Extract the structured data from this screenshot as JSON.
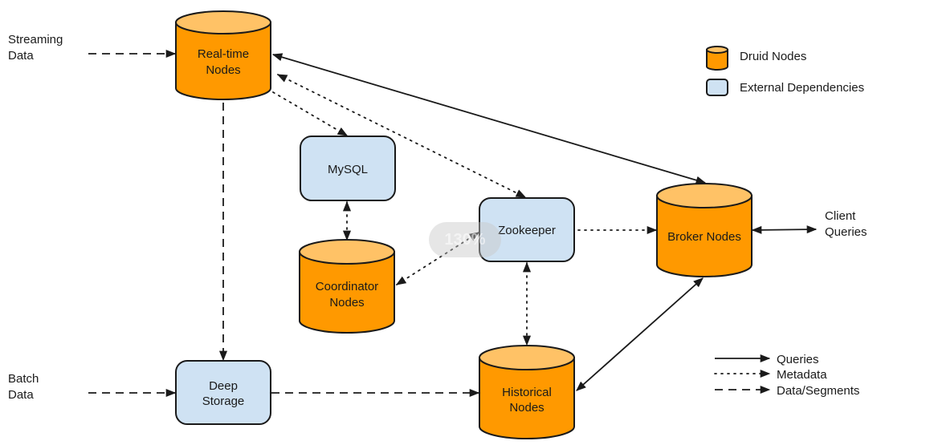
{
  "diagram": {
    "title": "Druid cluster architecture",
    "colors": {
      "druid_node_fill": "#ff9900",
      "druid_node_top": "#ffc266",
      "external_fill": "#cfe2f3",
      "stroke": "#1a1a1a"
    },
    "inputs": {
      "streaming": [
        "Streaming",
        "Data"
      ],
      "batch": [
        "Batch",
        "Data"
      ],
      "client": [
        "Client",
        "Queries"
      ]
    },
    "nodes": {
      "realtime": {
        "lines": [
          "Real-time",
          "Nodes"
        ],
        "kind": "druid"
      },
      "mysql": {
        "lines": [
          "MySQL"
        ],
        "kind": "external"
      },
      "coordinator": {
        "lines": [
          "Coordinator",
          "Nodes"
        ],
        "kind": "druid"
      },
      "zookeeper": {
        "lines": [
          "Zookeeper"
        ],
        "kind": "external"
      },
      "broker": {
        "lines": [
          "Broker Nodes"
        ],
        "kind": "druid"
      },
      "deep_storage": {
        "lines": [
          "Deep",
          "Storage"
        ],
        "kind": "external"
      },
      "historical": {
        "lines": [
          "Historical",
          "Nodes"
        ],
        "kind": "druid"
      }
    },
    "edges": [
      {
        "from": "streaming",
        "to": "realtime",
        "type": "data"
      },
      {
        "from": "batch",
        "to": "deep_storage",
        "type": "data"
      },
      {
        "from": "realtime",
        "to": "deep_storage",
        "type": "data"
      },
      {
        "from": "deep_storage",
        "to": "historical",
        "type": "data"
      },
      {
        "from": "broker",
        "to": "realtime",
        "type": "queries"
      },
      {
        "from": "broker",
        "to": "historical",
        "type": "queries",
        "bidirectional": true
      },
      {
        "from": "broker",
        "to": "client",
        "type": "queries",
        "bidirectional": true
      },
      {
        "from": "realtime",
        "to": "mysql",
        "type": "metadata"
      },
      {
        "from": "realtime",
        "to": "zookeeper",
        "type": "metadata",
        "bidirectional": true
      },
      {
        "from": "mysql",
        "to": "coordinator",
        "type": "metadata",
        "bidirectional": true
      },
      {
        "from": "coordinator",
        "to": "zookeeper",
        "type": "metadata",
        "bidirectional": true
      },
      {
        "from": "zookeeper",
        "to": "broker",
        "type": "metadata"
      },
      {
        "from": "zookeeper",
        "to": "historical",
        "type": "metadata",
        "bidirectional": true
      }
    ],
    "legend_nodes": [
      {
        "label": "Druid Nodes",
        "icon": "cylinder-icon"
      },
      {
        "label": "External Dependencies",
        "icon": "rounded-box-icon"
      }
    ],
    "legend_edges": [
      {
        "label": "Queries",
        "style": "solid"
      },
      {
        "label": "Metadata",
        "style": "dotted"
      },
      {
        "label": "Data/Segments",
        "style": "dashed"
      }
    ]
  },
  "overlay": {
    "zoom_indicator": "130%"
  }
}
